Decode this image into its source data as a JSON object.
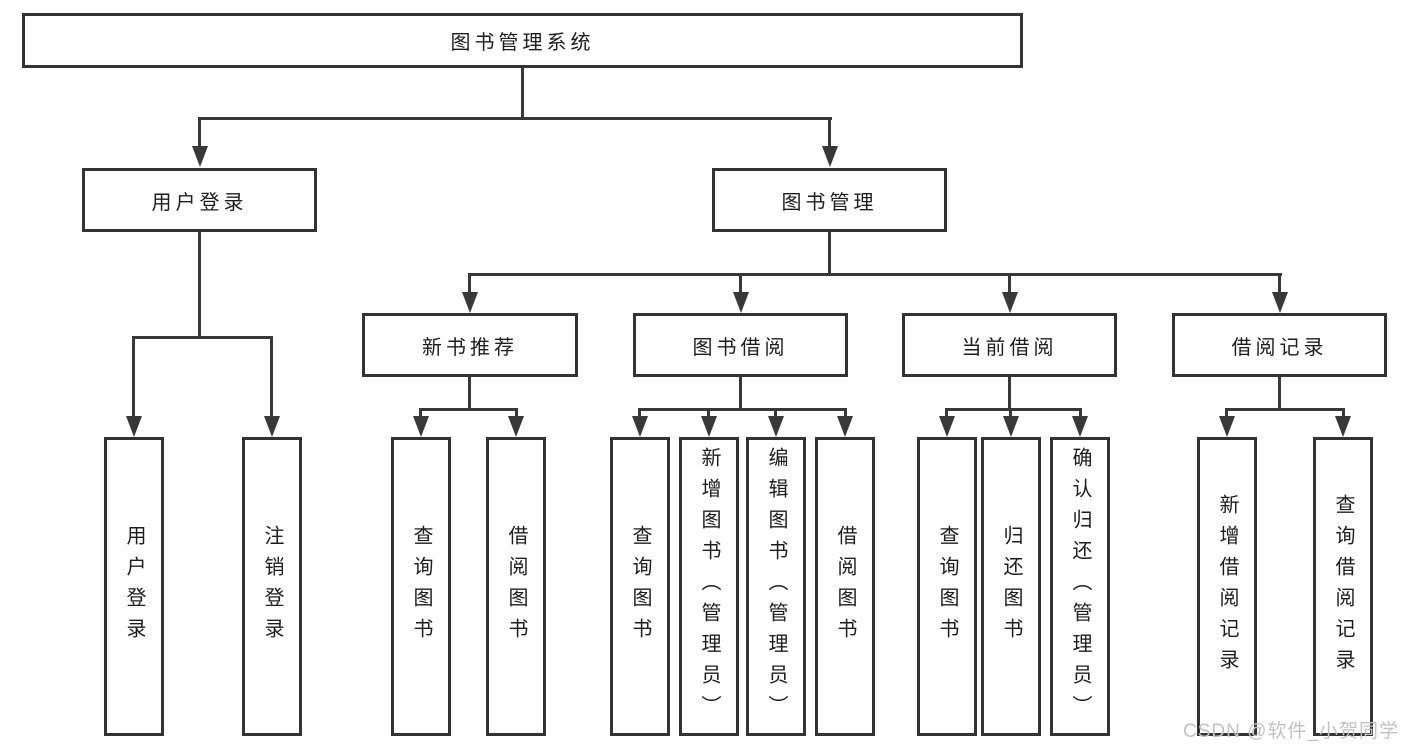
{
  "diagram": {
    "root": {
      "label": "图书管理系统"
    },
    "branches": [
      {
        "label": "用户登录",
        "children": [
          {
            "label": "用户登录"
          },
          {
            "label": "注销登录"
          }
        ]
      },
      {
        "label": "图书管理",
        "children": [
          {
            "label": "新书推荐",
            "children": [
              {
                "label": "查询图书"
              },
              {
                "label": "借阅图书"
              }
            ]
          },
          {
            "label": "图书借阅",
            "children": [
              {
                "label": "查询图书"
              },
              {
                "label": "新增图书（管理员）"
              },
              {
                "label": "编辑图书（管理员）"
              },
              {
                "label": "借阅图书"
              }
            ]
          },
          {
            "label": "当前借阅",
            "children": [
              {
                "label": "查询图书"
              },
              {
                "label": "归还图书"
              },
              {
                "label": "确认归还（管理员）"
              }
            ]
          },
          {
            "label": "借阅记录",
            "children": [
              {
                "label": "新增借阅记录"
              },
              {
                "label": "查询借阅记录"
              }
            ]
          }
        ]
      }
    ]
  },
  "watermark": {
    "text": "CSDN @软件_小贺同学"
  },
  "colors": {
    "line": "#383838",
    "box_border": "#333333",
    "text": "#1d1d1d",
    "background": "#ffffff",
    "watermark": "#c2c2c2"
  }
}
